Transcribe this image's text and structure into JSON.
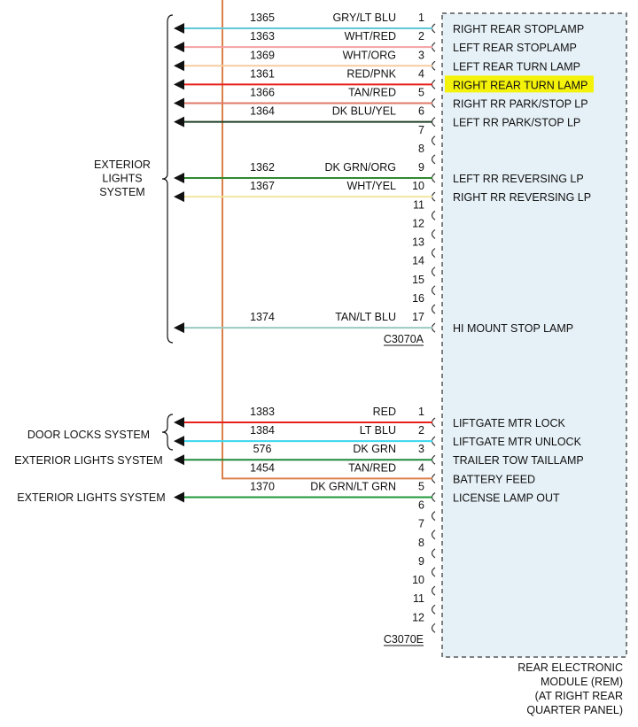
{
  "colors": {
    "module_fill": "#e6f1f7",
    "module_border": "#555555",
    "feed_wire": "#d98048",
    "highlight": "#f5f20a",
    "text": "#111111"
  },
  "module": {
    "label_lines": [
      "REAR ELECTRONIC",
      "MODULE (REM)",
      "(AT RIGHT REAR",
      "QUARTER PANEL)"
    ]
  },
  "connectors": [
    {
      "id": "C3070A",
      "label": "C3070A",
      "pins": [
        {
          "pin": "1",
          "circuit": "1365",
          "color_name": "GRY/LT BLU",
          "color": "#5fc9d8",
          "function": "RIGHT REAR STOPLAMP"
        },
        {
          "pin": "2",
          "circuit": "1363",
          "color_name": "WHT/RED",
          "color": "#f3a0a0",
          "function": "LEFT REAR STOPLAMP"
        },
        {
          "pin": "3",
          "circuit": "1369",
          "color_name": "WHT/ORG",
          "color": "#f5cca0",
          "function": "LEFT REAR TURN LAMP"
        },
        {
          "pin": "4",
          "circuit": "1361",
          "color_name": "RED/PNK",
          "color": "#e8201c",
          "function": "RIGHT REAR TURN LAMP",
          "highlight": true
        },
        {
          "pin": "5",
          "circuit": "1366",
          "color_name": "TAN/RED",
          "color": "#e0786a",
          "function": "RIGHT RR PARK/STOP LP"
        },
        {
          "pin": "6",
          "circuit": "1364",
          "color_name": "DK BLU/YEL",
          "color": "#1d3f25",
          "function": "LEFT RR PARK/STOP LP"
        },
        {
          "pin": "7"
        },
        {
          "pin": "8"
        },
        {
          "pin": "9",
          "circuit": "1362",
          "color_name": "DK GRN/ORG",
          "color": "#2e8a2e",
          "function": "LEFT RR REVERSING LP"
        },
        {
          "pin": "10",
          "circuit": "1367",
          "color_name": "WHT/YEL",
          "color": "#f2e6a0",
          "function": "RIGHT RR REVERSING LP"
        },
        {
          "pin": "11"
        },
        {
          "pin": "12"
        },
        {
          "pin": "13"
        },
        {
          "pin": "14"
        },
        {
          "pin": "15"
        },
        {
          "pin": "16"
        },
        {
          "pin": "17",
          "circuit": "1374",
          "color_name": "TAN/LT BLU",
          "color": "#9bc9c0",
          "function": "HI MOUNT STOP LAMP"
        }
      ]
    },
    {
      "id": "C3070E",
      "label": "C3070E",
      "pins": [
        {
          "pin": "1",
          "circuit": "1383",
          "color_name": "RED",
          "color": "#e8201c",
          "function": "LIFTGATE MTR LOCK"
        },
        {
          "pin": "2",
          "circuit": "1384",
          "color_name": "LT BLU",
          "color": "#39d6ee",
          "function": "LIFTGATE MTR UNLOCK"
        },
        {
          "pin": "3",
          "circuit": "576",
          "color_name": "DK GRN",
          "color": "#1f8a3a",
          "function": "TRAILER TOW TAILLAMP"
        },
        {
          "pin": "4",
          "circuit": "1454",
          "color_name": "TAN/RED",
          "color": "#d98048",
          "function": "BATTERY FEED"
        },
        {
          "pin": "5",
          "circuit": "1370",
          "color_name": "DK GRN/LT GRN",
          "color": "#1f9a3a",
          "function": "LICENSE LAMP OUT"
        },
        {
          "pin": "6"
        },
        {
          "pin": "7"
        },
        {
          "pin": "8"
        },
        {
          "pin": "9"
        },
        {
          "pin": "10"
        },
        {
          "pin": "11"
        },
        {
          "pin": "12"
        }
      ]
    }
  ],
  "systems": [
    {
      "label_lines": [
        "EXTERIOR",
        "LIGHTS",
        "SYSTEM"
      ]
    },
    {
      "label_lines": [
        "DOOR LOCKS SYSTEM"
      ]
    },
    {
      "label_lines": [
        "EXTERIOR LIGHTS SYSTEM"
      ]
    },
    {
      "label_lines": [
        "EXTERIOR LIGHTS SYSTEM"
      ]
    }
  ]
}
